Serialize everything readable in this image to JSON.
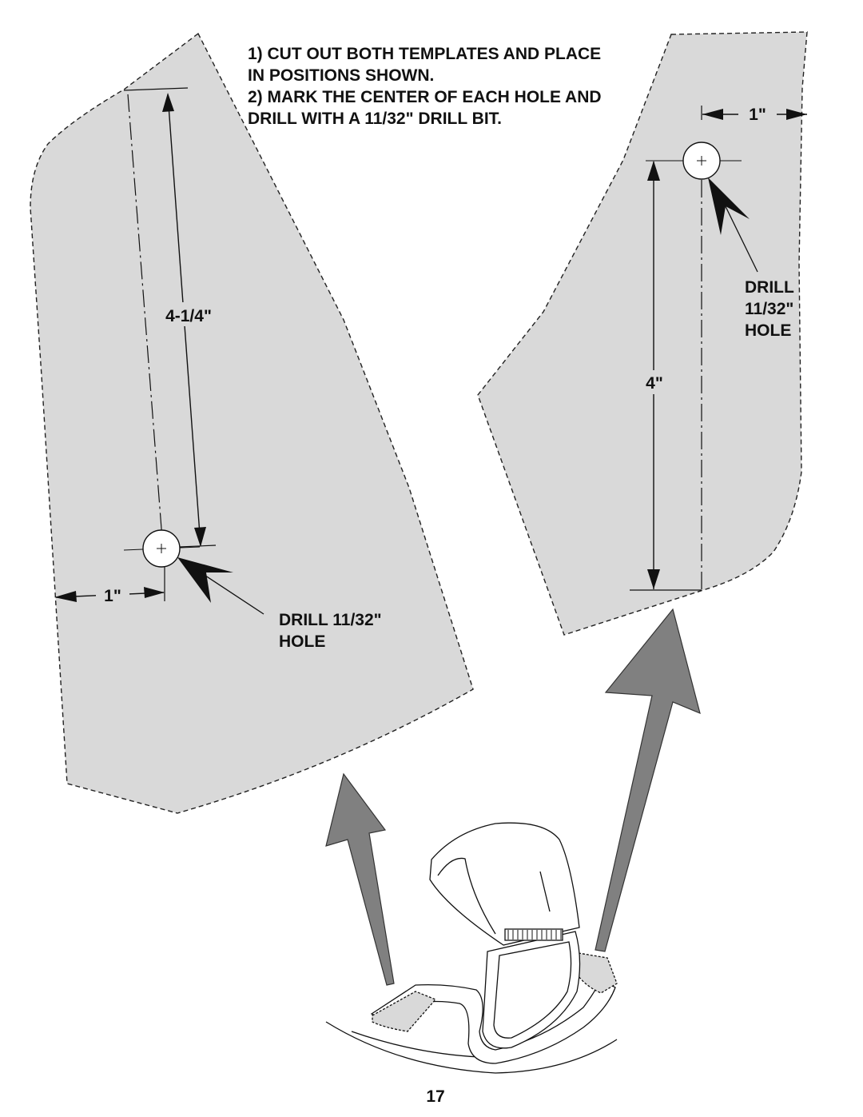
{
  "instructions": [
    "1) CUT OUT BOTH TEMPLATES AND PLACE",
    "IN POSITIONS SHOWN.",
    "2) MARK THE CENTER OF EACH HOLE AND",
    "DRILL WITH A 11/32\" DRILL BIT."
  ],
  "left_template": {
    "vertical_dim": "4-1/4\"",
    "horizontal_dim": "1\"",
    "drill_label": [
      "DRILL 11/32\"",
      "HOLE"
    ]
  },
  "right_template": {
    "vertical_dim": "4\"",
    "horizontal_dim": "1\"",
    "drill_label": [
      "DRILL",
      "11/32\"",
      "HOLE"
    ]
  },
  "page_number": "17",
  "colors": {
    "template_fill": "#d9d9d9",
    "arrow_fill": "#808080",
    "line": "#111111"
  }
}
